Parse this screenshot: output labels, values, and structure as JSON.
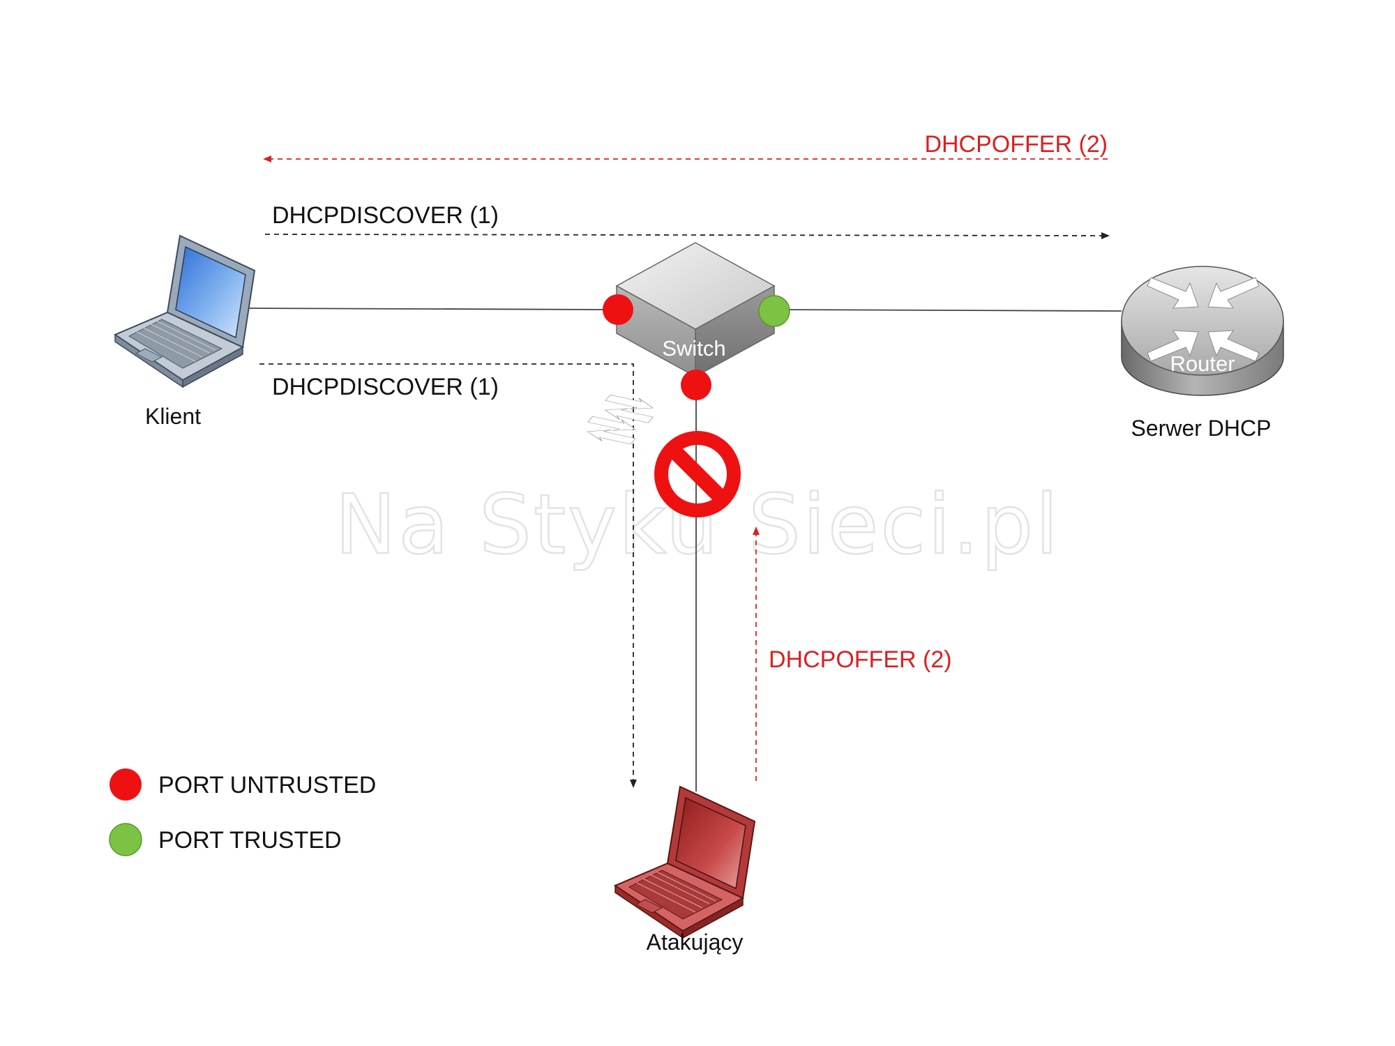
{
  "watermark": "Na Styku Sieci.pl",
  "colors": {
    "untrusted": "#ee1111",
    "trusted": "#7dc343",
    "offer_text": "#dd1f1f",
    "discover_text": "#111111",
    "attacker_laptop": "#c84848",
    "client_laptop": "#8aa0bb"
  },
  "nodes": {
    "client": {
      "label": "Klient",
      "icon": "laptop-icon"
    },
    "switch": {
      "label": "Switch",
      "icon": "switch-icon"
    },
    "router": {
      "label": "Router",
      "caption": "Serwer DHCP",
      "icon": "router-icon"
    },
    "attacker": {
      "label": "Atakujący",
      "icon": "laptop-icon"
    }
  },
  "messages": {
    "offer_top": "DHCPOFFER (2)",
    "discover_top": "DHCPDISCOVER (1)",
    "discover_down": "DHCPDISCOVER (1)",
    "offer_attacker": "DHCPOFFER (2)"
  },
  "blocked": {
    "icon": "blocked-icon"
  },
  "legend": {
    "items": [
      {
        "label": "PORT UNTRUSTED",
        "status": "untrusted"
      },
      {
        "label": "PORT TRUSTED",
        "status": "trusted"
      }
    ]
  }
}
